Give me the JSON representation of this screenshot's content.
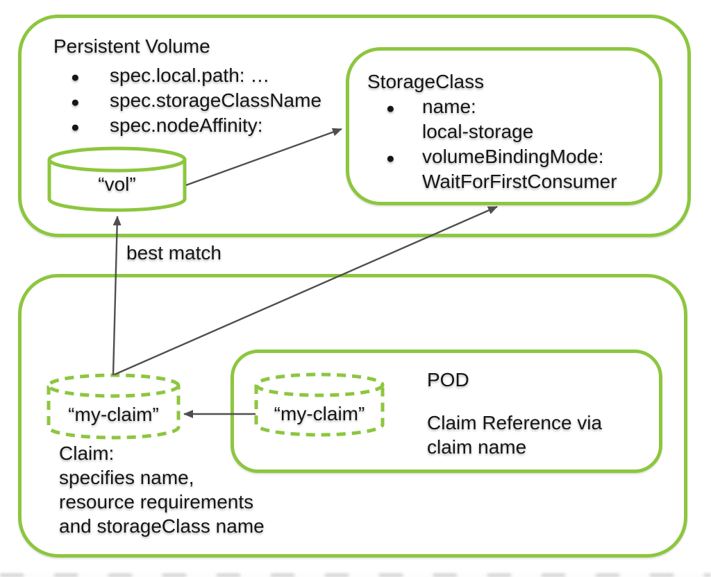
{
  "colors": {
    "box_green": "#8dc63f",
    "arrow_gray": "#4e4e4e",
    "text": "#161616"
  },
  "bullet_glyph": "●",
  "persistent_volume": {
    "title": "Persistent Volume",
    "bullets": [
      "spec.local.path: …",
      "spec.storageClassName",
      "spec.nodeAffinity:"
    ],
    "volume_label": "“vol”"
  },
  "storage_class": {
    "title": "StorageClass",
    "bullets": [
      {
        "label": "name:",
        "value": "local-storage"
      },
      {
        "label": "volumeBindingMode:",
        "value": "WaitForFirstConsumer"
      }
    ]
  },
  "best_match_label": "best match",
  "claim": {
    "cylinder_label": "“my-claim”",
    "description_lines": [
      "Claim:",
      "specifies name,",
      "resource requirements",
      "and storageClass name"
    ]
  },
  "pod": {
    "title": "POD",
    "cylinder_label": "“my-claim”",
    "description_lines": [
      "Claim Reference via",
      "claim name"
    ]
  }
}
